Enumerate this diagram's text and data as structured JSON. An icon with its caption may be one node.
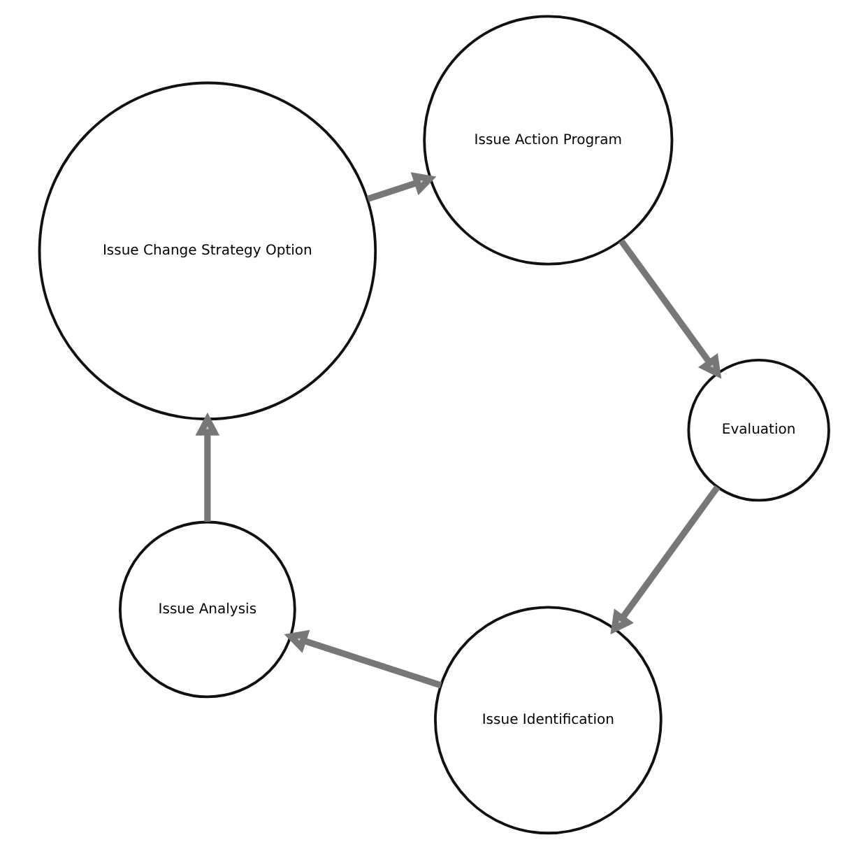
{
  "diagram": {
    "nodes": [
      {
        "text": [
          "Issue Identification"
        ]
      },
      {
        "text": [
          "Issue Analysis"
        ]
      },
      {
        "text": [
          "Issue Change Strategy Option"
        ]
      },
      {
        "text": [
          "Issue Action Program"
        ]
      },
      {
        "text": [
          "Evaluation"
        ]
      }
    ],
    "edges": [
      {
        "from": 0,
        "to": 1,
        "arrow": "to"
      },
      {
        "from": 1,
        "to": 2,
        "arrow": "to"
      },
      {
        "from": 2,
        "to": 3,
        "arrow": "to"
      },
      {
        "from": 3,
        "to": 4,
        "arrow": "to"
      },
      {
        "from": 4,
        "to": 0,
        "arrow": "to"
      }
    ]
  }
}
